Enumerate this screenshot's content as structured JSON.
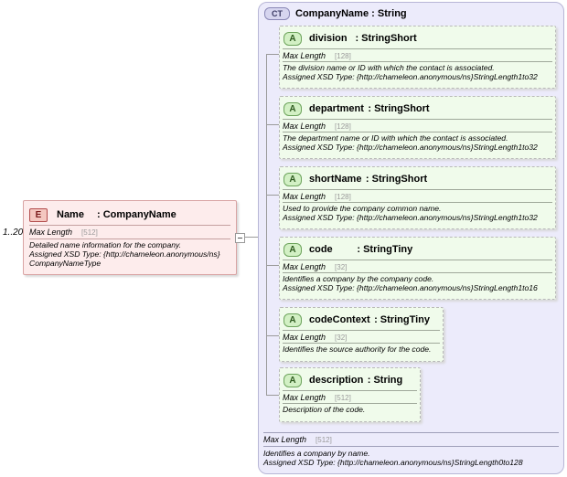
{
  "occurrence": "1..20",
  "element": {
    "badge": "E",
    "name": "Name",
    "type": ": CompanyName",
    "max_length_label": "Max Length",
    "max_length_value": "[512]",
    "desc_line1": "Detailed name information for the company.",
    "desc_line2": "Assigned XSD Type: {http://chameleon.anonymous/ns}",
    "desc_line3": "CompanyNameType"
  },
  "complex_type": {
    "badge": "CT",
    "title": "CompanyName : String",
    "max_length_label": "Max Length",
    "max_length_value": "[512]",
    "desc_line1": "Identifies a company by name.",
    "desc_line2": "Assigned XSD Type: {http://chameleon.anonymous/ns}StringLength0to128"
  },
  "attributes": [
    {
      "badge": "A",
      "name": "division",
      "type": ": StringShort",
      "max_length_label": "Max Length",
      "max_length_value": "[128]",
      "desc_line1": "The division name or ID with which the contact is associated.",
      "desc_line2": "Assigned XSD Type: {http://chameleon.anonymous/ns}StringLength1to32"
    },
    {
      "badge": "A",
      "name": "department",
      "type": ": StringShort",
      "max_length_label": "Max Length",
      "max_length_value": "[128]",
      "desc_line1": "The department name or ID with which the contact is associated.",
      "desc_line2": "Assigned XSD Type: {http://chameleon.anonymous/ns}StringLength1to32"
    },
    {
      "badge": "A",
      "name": "shortName",
      "type": ": StringShort",
      "max_length_label": "Max Length",
      "max_length_value": "[128]",
      "desc_line1": "Used to provide the company common name.",
      "desc_line2": "Assigned XSD Type: {http://chameleon.anonymous/ns}StringLength1to32"
    },
    {
      "badge": "A",
      "name": "code",
      "type": ": StringTiny",
      "max_length_label": "Max Length",
      "max_length_value": "[32]",
      "desc_line1": "Identifies a company by the company code.",
      "desc_line2": "Assigned XSD Type: {http://chameleon.anonymous/ns}StringLength1to16"
    },
    {
      "badge": "A",
      "name": "codeContext",
      "type": ": StringTiny",
      "max_length_label": "Max Length",
      "max_length_value": "[32]",
      "desc_line1": "Identifies the source authority for the code.",
      "desc_line2": ""
    },
    {
      "badge": "A",
      "name": "description",
      "type": ": String",
      "max_length_label": "Max Length",
      "max_length_value": "[512]",
      "desc_line1": "Description of the code.",
      "desc_line2": ""
    }
  ]
}
